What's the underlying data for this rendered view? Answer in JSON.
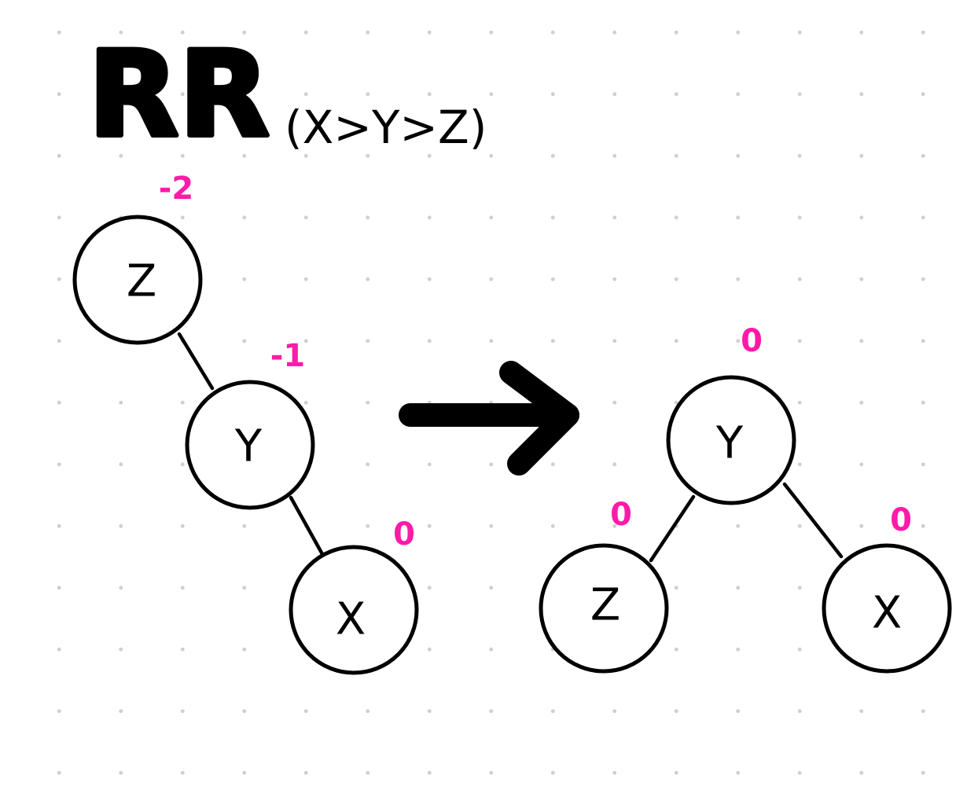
{
  "title": "RR",
  "subtitle": "(X>Y>Z)",
  "before_tree": {
    "root": {
      "label": "Z",
      "balance": "-2"
    },
    "middle": {
      "label": "Y",
      "balance": "-1"
    },
    "leaf": {
      "label": "X",
      "balance": "0"
    }
  },
  "after_tree": {
    "root": {
      "label": "Y",
      "balance": "0"
    },
    "left": {
      "label": "Z",
      "balance": "0"
    },
    "right": {
      "label": "X",
      "balance": "0"
    }
  },
  "colors": {
    "balance": "#ff1aa8",
    "ink": "#000000",
    "grid_dot": "#cfcfcf"
  }
}
